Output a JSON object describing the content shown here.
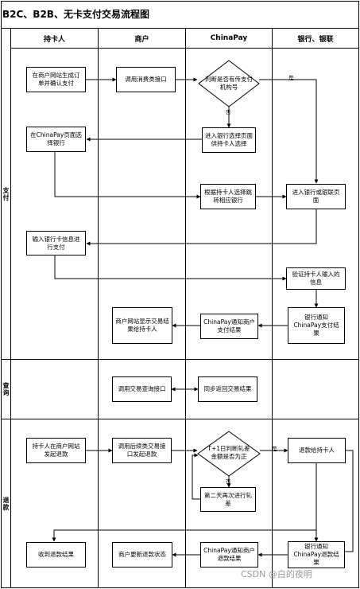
{
  "title": "B2C、B2B、无卡支付交易流程图",
  "columns": [
    "持卡人",
    "商户",
    "ChinaPay",
    "银行、银联"
  ],
  "lanes": [
    "支付",
    "查询",
    "退款"
  ],
  "pay": {
    "cardholder_order": "在商户网站生成订单并确认支付",
    "merchant_call": "调用消费类接口",
    "decision": "判断是否有传支付机构号",
    "yes": "是",
    "no": "否",
    "enter_bank_select": "进入银行选择页面供持卡人选择",
    "select_bank": "在ChinaPay页面选择银行",
    "jump_bank": "根据持卡人选择跳转相应银行",
    "bank_page": "进入银行或银联页面",
    "input_card": "输入银行卡信息进行支付",
    "verify": "验证持卡人输入的信息",
    "bank_notify": "银行通知ChinaPay支付结果",
    "cp_notify": "ChinaPay通知商户支付结果",
    "merchant_show": "商户网站显示交易结果给持卡人"
  },
  "query": {
    "call_query": "调用交易查询接口",
    "sync_return": "同步返回交易结果"
  },
  "refund": {
    "cardholder_refund": "持卡人在商户网站发起退款",
    "merchant_call": "调用后续类交易接口发起退款",
    "decision": "T+1日判断轧差金额是否为正",
    "yes": "是",
    "no": "否",
    "next_day": "第二天再次进行轧差",
    "refund_to_holder": "退款给持卡人",
    "bank_notify": "银行通知ChinaPay退款结果",
    "cp_notify": "ChinaPay通知商户退款结果",
    "merchant_update": "商户更新退款状态",
    "receive": "收到退款结果"
  },
  "watermark": "CSDN @白的夜明"
}
